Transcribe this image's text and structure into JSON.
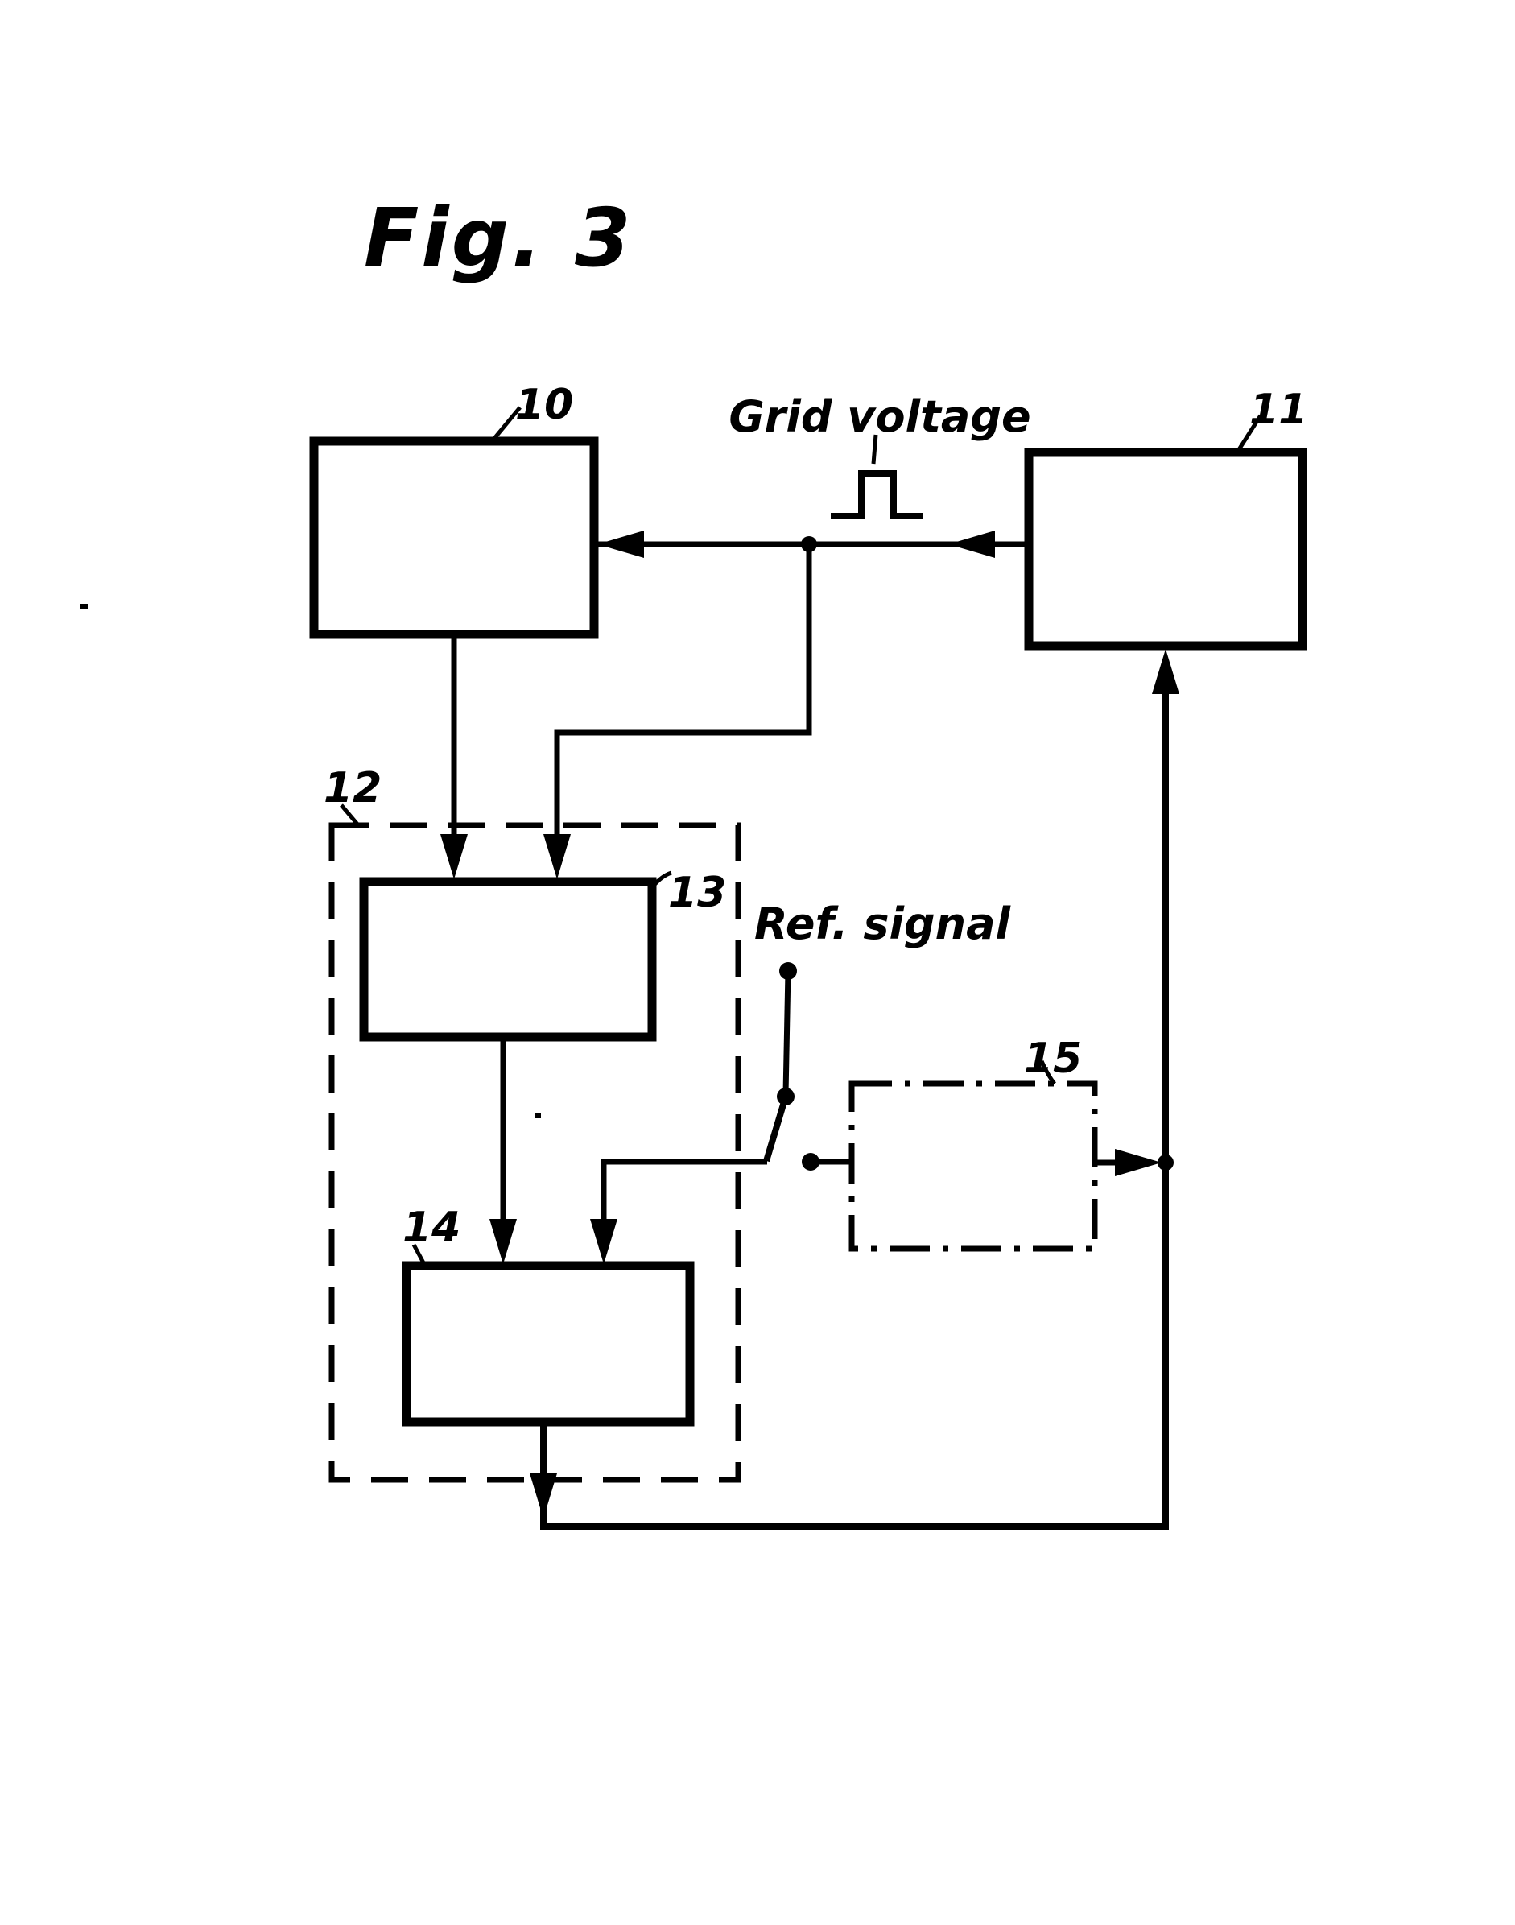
{
  "figure": {
    "title": "Fig. 3"
  },
  "labels": {
    "box10": "10",
    "box11": "11",
    "group12": "12",
    "box13": "13",
    "box14": "14",
    "box15": "15"
  },
  "annotations": {
    "grid_voltage": "Grid voltage",
    "ref_signal": "Ref. signal"
  },
  "icons": {
    "pulse": "square-pulse-waveform",
    "switch": "selector-switch",
    "junction": "connection-dot",
    "arrowhead": "flow-arrowhead"
  },
  "colors": {
    "ink": "#000000",
    "paper": "#ffffff"
  },
  "diagram": {
    "blocks": [
      {
        "id": "10",
        "style": "solid-box"
      },
      {
        "id": "11",
        "style": "solid-box"
      },
      {
        "id": "12",
        "style": "dashed-group",
        "contains": [
          "13",
          "14"
        ]
      },
      {
        "id": "13",
        "style": "solid-box"
      },
      {
        "id": "14",
        "style": "solid-box"
      },
      {
        "id": "15",
        "style": "dash-dot-box"
      }
    ],
    "connections": [
      {
        "from": "11",
        "to": "10",
        "label": "Grid voltage",
        "direction": "leftward"
      },
      {
        "from": "10",
        "to": "13",
        "direction": "down"
      },
      {
        "from": "grid-voltage-line-tap",
        "to": "13",
        "direction": "down"
      },
      {
        "from": "13",
        "to": "14",
        "direction": "down"
      },
      {
        "from": "switch-common",
        "to": "14",
        "direction": "down"
      },
      {
        "from": "ref-signal-terminal",
        "to": "switch-arm"
      },
      {
        "from": "switch-contact",
        "to": "15"
      },
      {
        "from": "15",
        "to": "feedback-line",
        "direction": "right"
      },
      {
        "from": "14",
        "to": "11",
        "via": "feedback-line",
        "direction": "up"
      }
    ]
  }
}
